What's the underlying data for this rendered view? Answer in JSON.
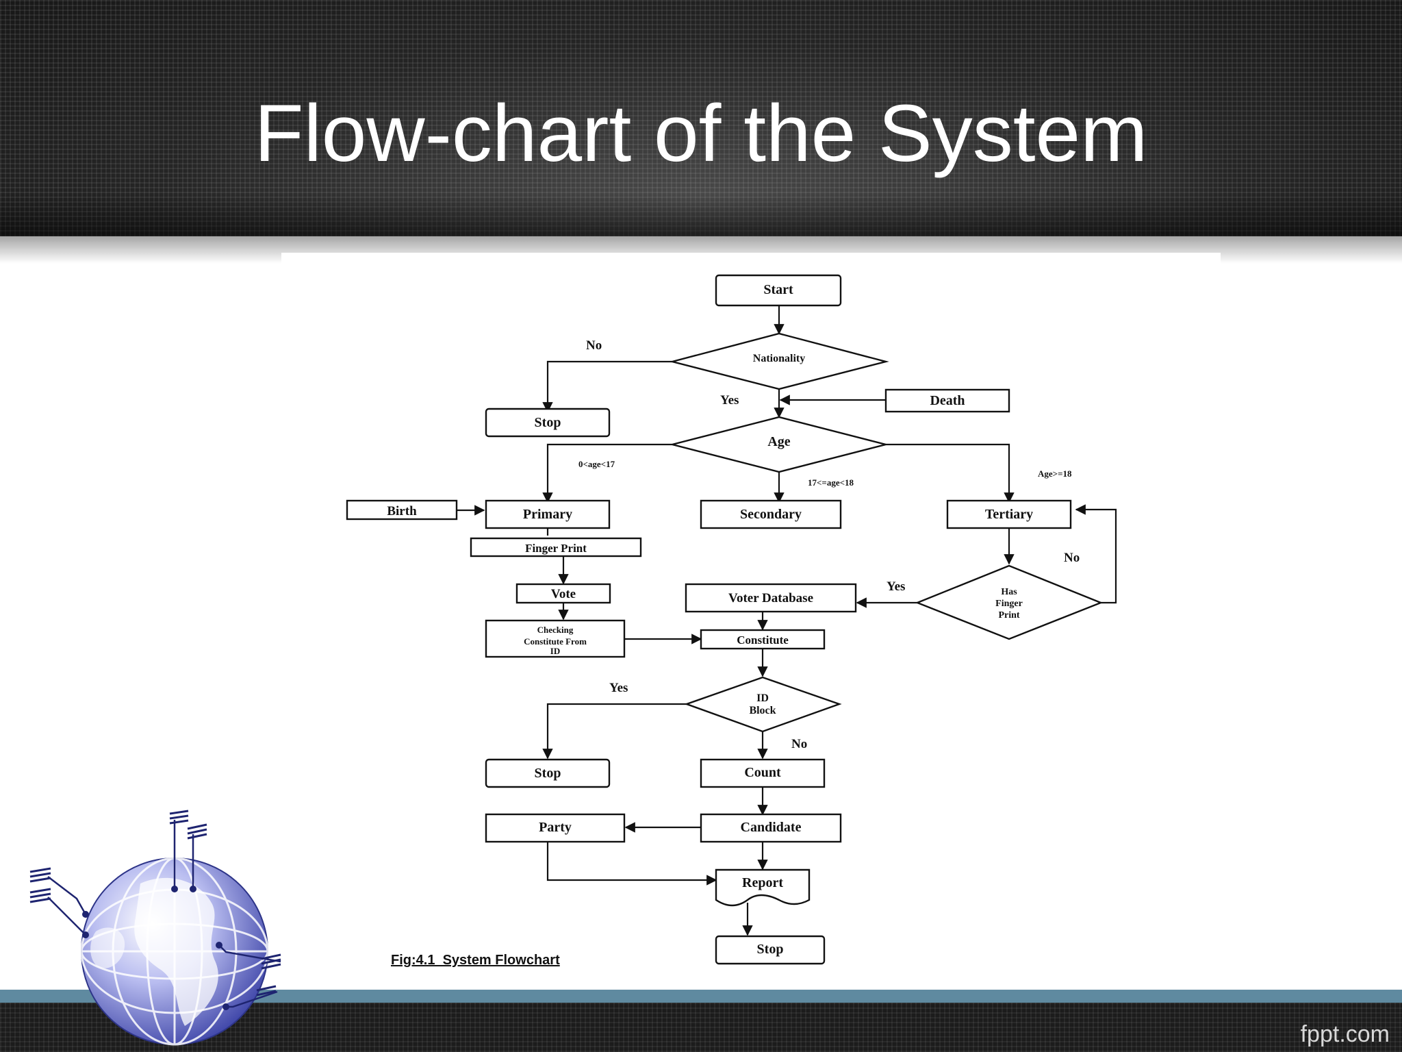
{
  "slide": {
    "title": "Flow-chart of the System",
    "brand": "fppt.com"
  },
  "flowchart": {
    "caption": "Fig:4.1  System Flowchart",
    "nodes": {
      "start": "Start",
      "nationality": "Nationality",
      "stop_top": "Stop",
      "death": "Death",
      "age": "Age",
      "birth": "Birth",
      "primary": "Primary",
      "secondary": "Secondary",
      "tertiary": "Tertiary",
      "finger_print": "Finger Print",
      "vote": "Vote",
      "checking": [
        "Checking",
        "Constitute From",
        "ID"
      ],
      "voter_database": "Voter Database",
      "has_finger_print": [
        "Has",
        "Finger",
        "Print"
      ],
      "constitute": "Constitute",
      "id_block": [
        "ID",
        "Block"
      ],
      "stop_mid": "Stop",
      "count": "Count",
      "party": "Party",
      "candidate": "Candidate",
      "report": "Report",
      "stop_bottom": "Stop"
    },
    "edge_labels": {
      "nationality_no": "No",
      "nationality_yes": "Yes",
      "age_primary": "0<age<17",
      "age_secondary": "17<=age<18",
      "age_tertiary": "Age>=18",
      "has_fp_no": "No",
      "has_fp_yes": "Yes",
      "id_block_yes": "Yes",
      "id_block_no": "No"
    }
  },
  "colors": {
    "header_bg": "#1c1c1c",
    "footer_band": "#5f8aa0",
    "globe": "#5f66c4"
  },
  "decor": {
    "globe_icon": "globe-icon"
  }
}
